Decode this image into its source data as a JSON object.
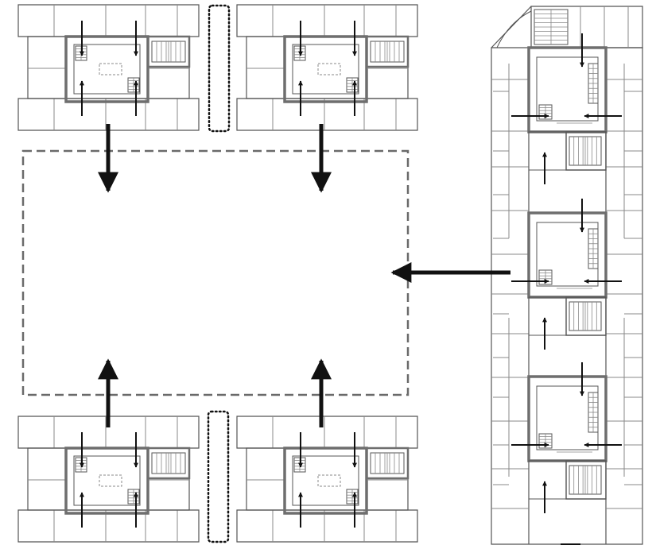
{
  "diagram": {
    "kind": "architectural-circulation-plan",
    "text_labels": [],
    "colors": {
      "background": "#ffffff",
      "line": "#555555",
      "thin_line": "#888888",
      "core_wall": "#6e6e6e",
      "arrow": "#111111",
      "open_space_border": "#6a6a6a",
      "link_border": "#111111"
    },
    "elements": {
      "modules": [
        "module-top-left",
        "module-top-right",
        "module-bottom-left",
        "module-bottom-right"
      ],
      "links": [
        "link-top",
        "link-bottom"
      ],
      "open_space": "central-open-space",
      "tower": "tower-block",
      "tower_cores": 3
    }
  }
}
